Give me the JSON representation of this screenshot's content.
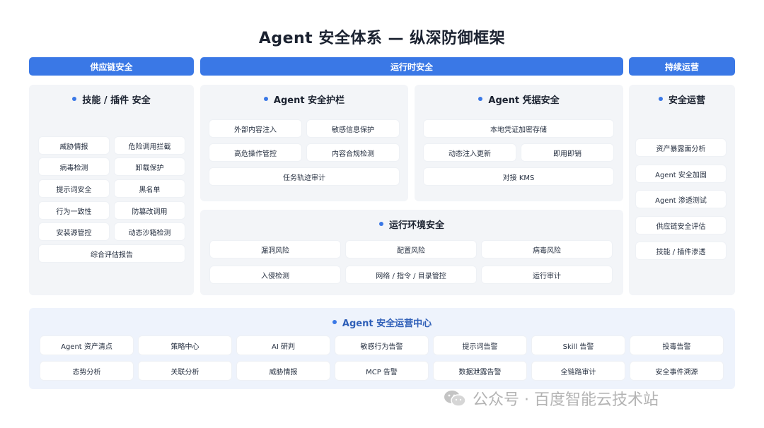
{
  "title": "Agent 安全体系 — 纵深防御框架",
  "headers": {
    "supply": "供应链安全",
    "runtime": "运行时安全",
    "ops": "持续运营"
  },
  "supply_panel": {
    "title": "技能 / 插件 安全",
    "items": [
      "威胁情报",
      "危险调用拦截",
      "病毒检测",
      "卸载保护",
      "提示词安全",
      "黑名单",
      "行为一致性",
      "防篡改调用",
      "安装源管控",
      "动态沙箱检测"
    ],
    "wide_item": "综合评估报告"
  },
  "guard_panel": {
    "title": "Agent 安全护栏",
    "items": [
      "外部内容注入",
      "敏感信息保护",
      "高危操作管控",
      "内容合规检测"
    ],
    "wide_item": "任务轨迹审计"
  },
  "cred_panel": {
    "title": "Agent 凭据安全",
    "top_item": "本地凭证加密存储",
    "items": [
      "动态注入更新",
      "即用即销"
    ],
    "wide_item": "对接 KMS"
  },
  "env_panel": {
    "title": "运行环境安全",
    "items": [
      "漏洞风险",
      "配置风险",
      "病毒风险",
      "入侵检测",
      "网络 / 指令 / 目录管控",
      "运行审计"
    ]
  },
  "ops_panel": {
    "title": "安全运营",
    "items": [
      "资产暴露面分析",
      "Agent 安全加固",
      "Agent 渗透测试",
      "供应链安全评估",
      "技能 / 插件渗透"
    ]
  },
  "soc_panel": {
    "title": "Agent 安全运营中心",
    "row1": [
      "Agent 资产清点",
      "策略中心",
      "AI 研判",
      "敏感行为告警",
      "提示词告警",
      "Skill 告警",
      "投毒告警"
    ],
    "row2": [
      "态势分析",
      "关联分析",
      "威胁情报",
      "MCP 告警",
      "数据泄露告警",
      "全链路审计",
      "安全事件溯源"
    ]
  },
  "watermark": {
    "text": "公众号 · 百度智能云技术站",
    "icon": "wechat-icon"
  },
  "colors": {
    "accent": "#3a78e6",
    "panel_bg": "#f3f5f8",
    "soc_bg": "#eef3fc"
  }
}
